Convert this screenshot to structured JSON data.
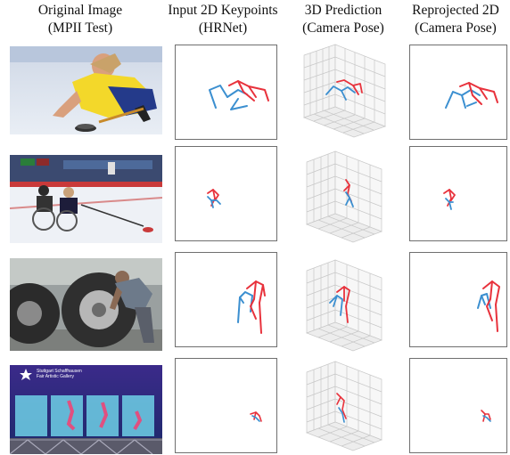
{
  "headers": [
    {
      "line1": "Original Image",
      "line2": "(MPII Test)"
    },
    {
      "line1": "Input 2D Keypoints",
      "line2": "(HRNet)"
    },
    {
      "line1": "3D Prediction",
      "line2": "(Camera Pose)"
    },
    {
      "line1": "Reprojected 2D",
      "line2": "(Camera Pose)"
    }
  ],
  "rows": [
    {
      "scene": "curling-athlete"
    },
    {
      "scene": "wheelchair-curling"
    },
    {
      "scene": "man-with-truck-wheel"
    },
    {
      "scene": "stage-performance"
    }
  ],
  "row4_overlay_text": [
    "Stuttgart Schaffhausen",
    "Fair Artistic Gallery"
  ],
  "colors": {
    "right_limb": "#e8323c",
    "left_limb": "#3b8fd0",
    "spine": "#e8323c",
    "frame": "#6f6f6f",
    "grid": "#c8c8c8"
  }
}
